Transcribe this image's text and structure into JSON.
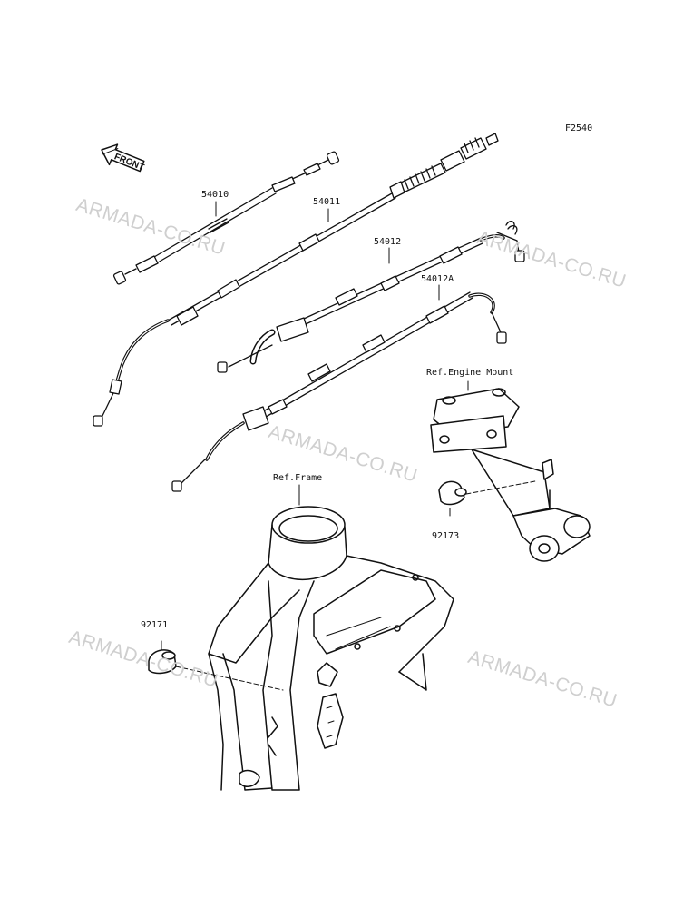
{
  "figure_code": "F2540",
  "front_label": "FRONT",
  "parts": {
    "p54010": "54010",
    "p54011": "54011",
    "p54012": "54012",
    "p54012A": "54012A",
    "p92173": "92173",
    "p92171": "92171"
  },
  "references": {
    "engine_mount": "Ref.Engine Mount",
    "frame": "Ref.Frame"
  },
  "watermarks": [
    "ARMADA-CO.RU",
    "ARMADA-CO.RU",
    "ARMADA-CO.RU",
    "ARMADA-CO.RU",
    "ARMADA-CO.RU"
  ]
}
